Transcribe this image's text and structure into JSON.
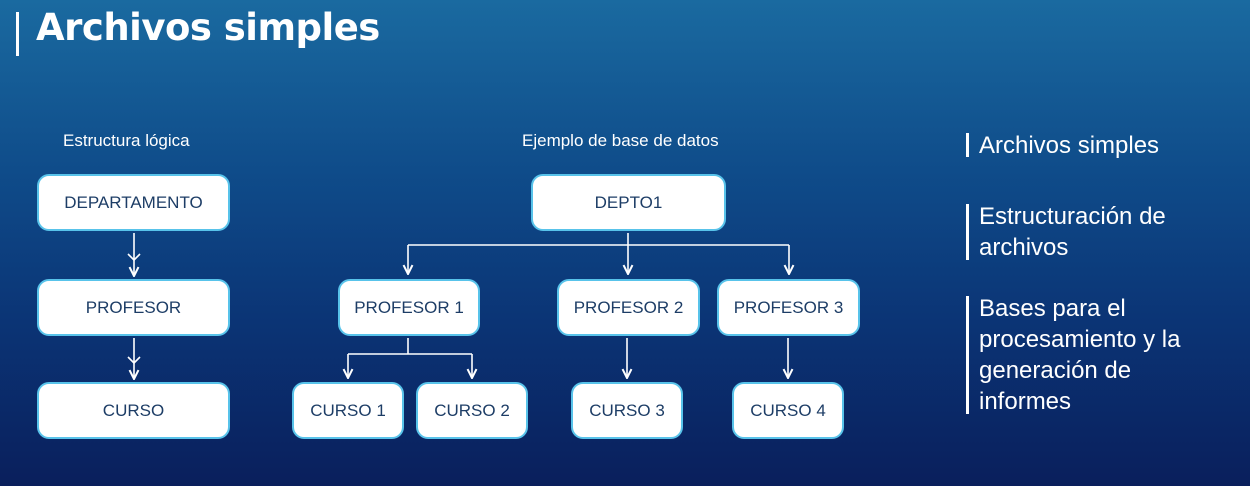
{
  "slide": {
    "title": "Archivos simples"
  },
  "logical": {
    "heading": "Estructura lógica",
    "nodes": [
      "DEPARTAMENTO",
      "PROFESOR",
      "CURSO"
    ]
  },
  "example": {
    "heading": "Ejemplo de base de datos",
    "root": "DEPTO1",
    "professors": [
      "PROFESOR 1",
      "PROFESOR 2",
      "PROFESOR 3"
    ],
    "courses": [
      "CURSO 1",
      "CURSO 2",
      "CURSO 3",
      "CURSO 4"
    ]
  },
  "sidebar": {
    "items": [
      "Archivos simples",
      "Estructuración de archivos",
      "Bases para el procesamiento y la generación de informes"
    ]
  },
  "colors": {
    "box_border": "#58c3ea",
    "box_text": "#1d3d66",
    "connector": "#ffffff"
  }
}
